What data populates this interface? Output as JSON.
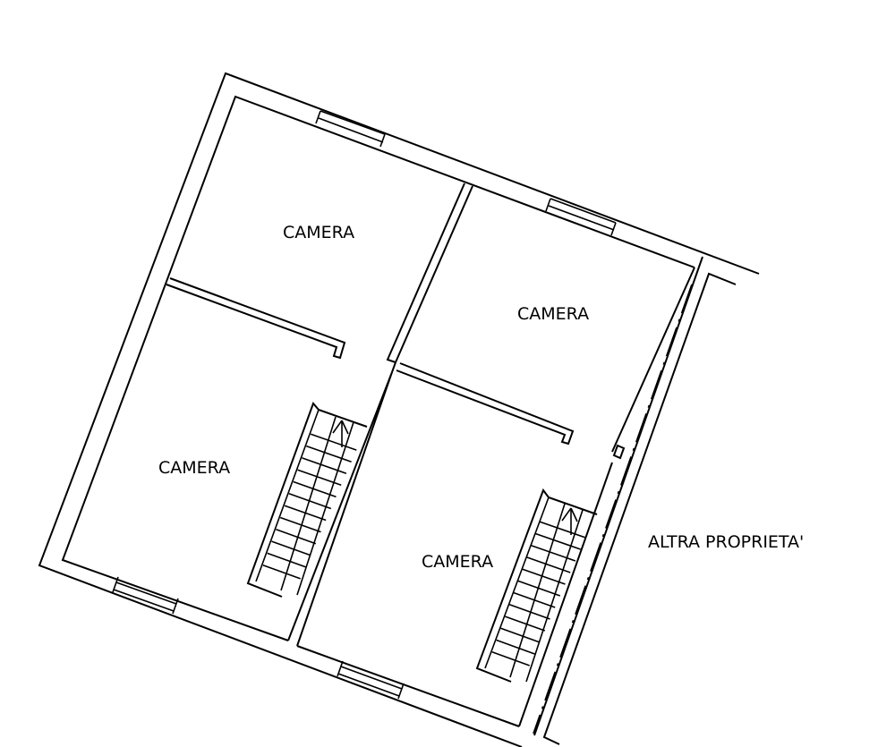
{
  "rooms": {
    "top_left": "CAMERA",
    "top_right": "CAMERA",
    "bottom_left": "CAMERA",
    "bottom_right": "CAMERA"
  },
  "neighbor_label": "ALTRA PROPRIETA'"
}
